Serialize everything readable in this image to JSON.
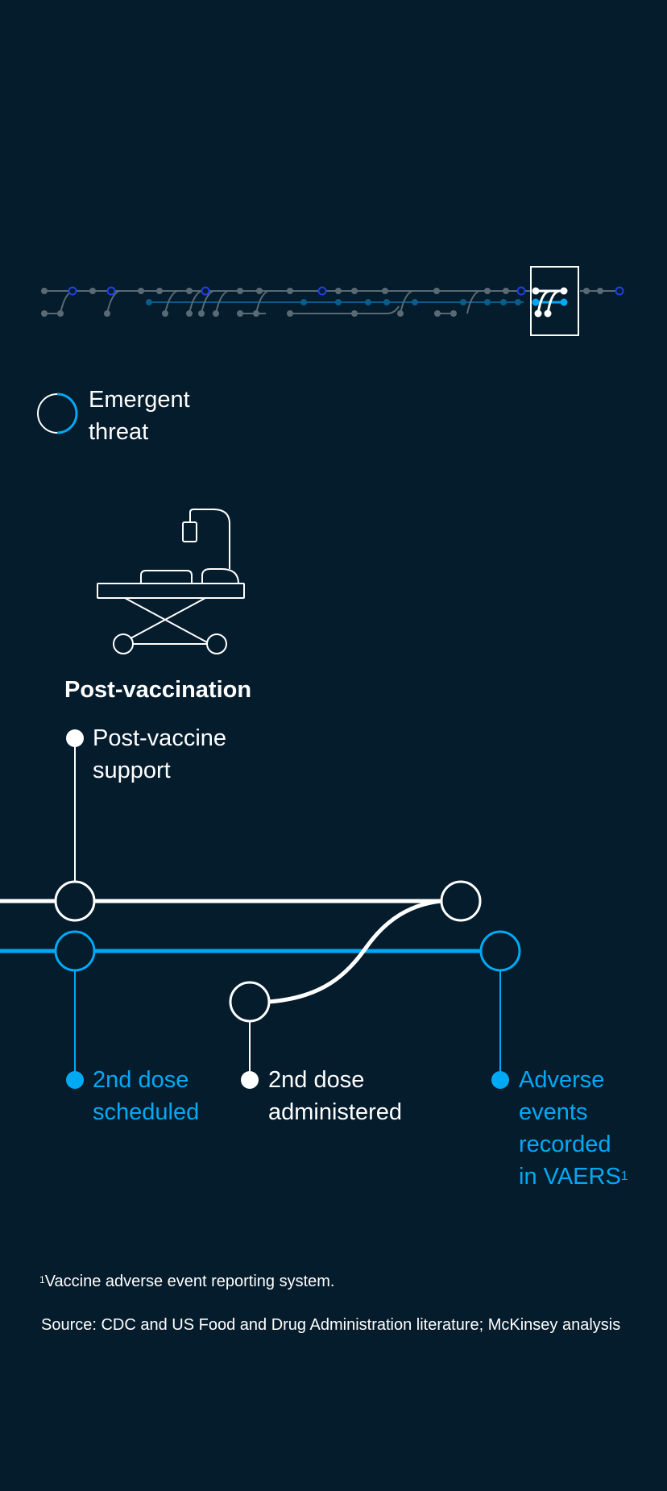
{
  "legend": {
    "label_line1": "Emergent",
    "label_line2": "threat"
  },
  "section": {
    "title": "Post-vaccination"
  },
  "steps": {
    "post_vaccine_support": {
      "line1": "Post-vaccine",
      "line2": "support"
    },
    "second_dose_scheduled": {
      "line1": "2nd dose",
      "line2": "scheduled"
    },
    "second_dose_administered": {
      "line1": "2nd dose",
      "line2": "administered"
    },
    "adverse_events": {
      "line1": "Adverse",
      "line2": "events",
      "line3": "recorded",
      "line4": "in VAERS",
      "footnote_mark": "1"
    }
  },
  "footnote": {
    "mark": "1",
    "text": "Vaccine adverse event reporting system."
  },
  "source": "Source: CDC and US Food and Drug Administration literature; McKinsey analysis",
  "colors": {
    "background": "#051C2C",
    "white": "#FFFFFF",
    "blue": "#00A9F4",
    "gray": "#5A6A75",
    "navy": "#1F40E6"
  },
  "icons": {
    "legend": "emergent-threat-ring-icon",
    "stretcher": "hospital-stretcher-iv-icon"
  }
}
